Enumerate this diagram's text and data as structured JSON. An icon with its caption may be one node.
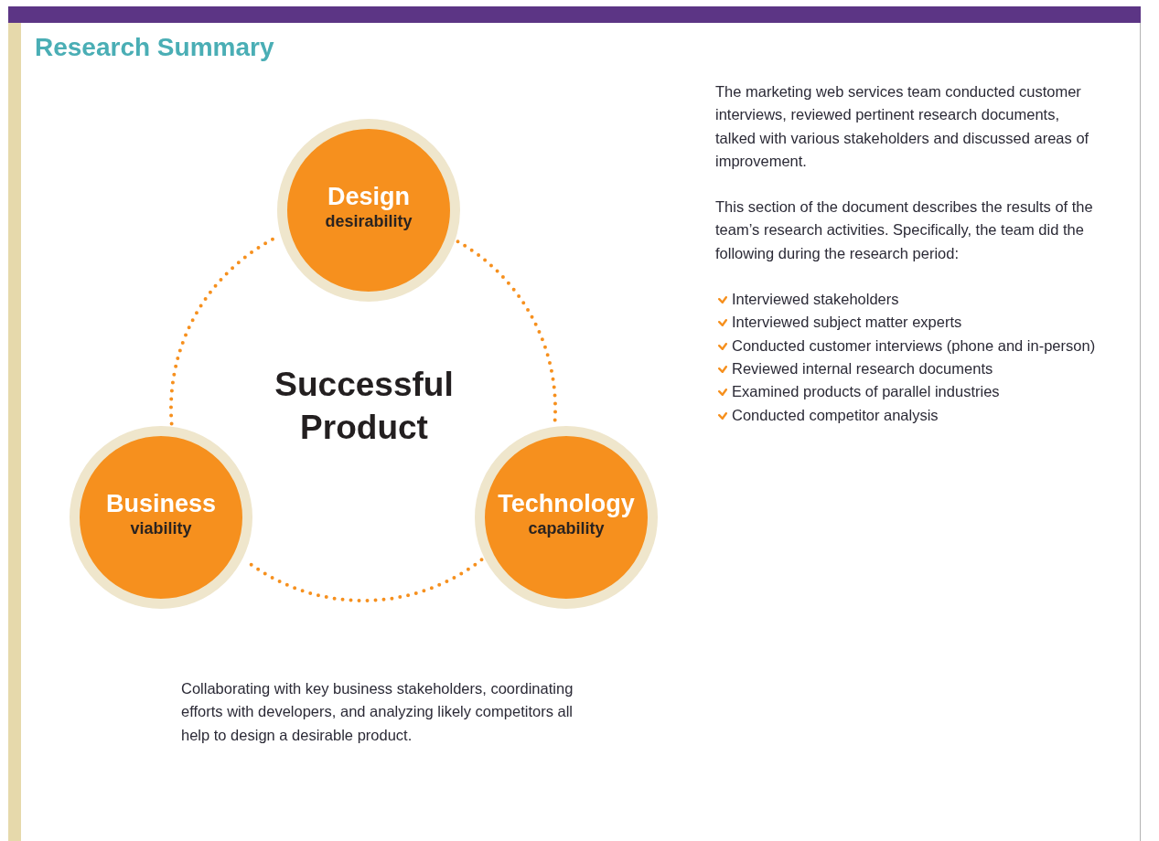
{
  "diagram": {
    "title": "Research Summary",
    "nodes": [
      {
        "text": [
          "Design",
          "desirability"
        ]
      },
      {
        "text": [
          "Business",
          "viability"
        ]
      },
      {
        "text": [
          "Technology",
          "capability"
        ]
      }
    ],
    "edges": [
      {
        "from": 0,
        "to": 2,
        "arrow": "none",
        "style": "dashed"
      },
      {
        "from": 2,
        "to": 1,
        "arrow": "none",
        "style": "dashed"
      },
      {
        "from": 1,
        "to": 0,
        "arrow": "none",
        "style": "dashed"
      }
    ],
    "labels": [
      "Successful Product",
      "The marketing web services team conducted customer interviews, reviewed pertinent research documents, talked with various stakeholders and discussed areas of improvement.",
      "This section of the document describes the results of the team’s research activities. Specifically, the team did the following during the research period:",
      "Interviewed stakeholders",
      "Interviewed subject matter experts",
      "Conducted customer interviews (phone and in-person)",
      "Reviewed internal research documents",
      "Examined products of parallel industries",
      "Conducted competitor analysis",
      "Collaborating with key business stakeholders, coordinating efforts with developers, and analyzing likely competitors all help to design a desirable product."
    ]
  }
}
